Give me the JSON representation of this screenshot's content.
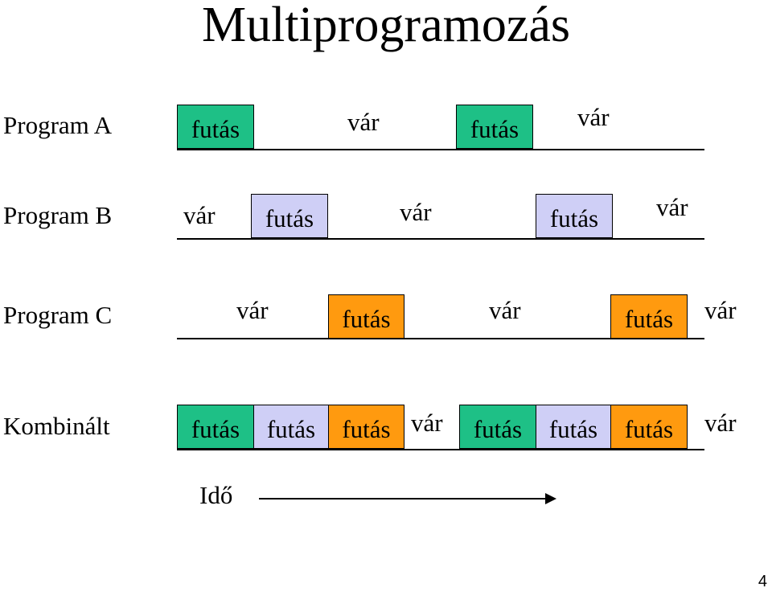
{
  "title": "Multiprogramozás",
  "run_label": "futás",
  "wait_label": "vár",
  "colors": {
    "program_a": "#1ec086",
    "program_b": "#cfcff6",
    "program_c": "#ff9a0f"
  },
  "programs": [
    {
      "name": "Program A"
    },
    {
      "name": "Program B"
    },
    {
      "name": "Program C"
    },
    {
      "name": "Kombinált"
    }
  ],
  "time_label": "Idő",
  "page_number": "4"
}
